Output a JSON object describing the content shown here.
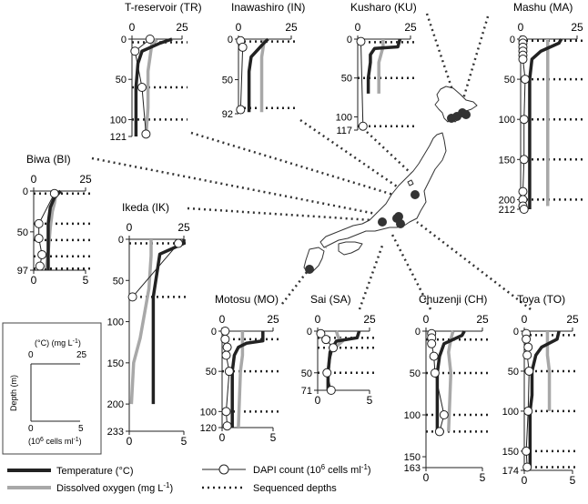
{
  "figure": {
    "legend": {
      "temperature": "Temperature (°C)",
      "oxygen_pre": "Dissolved oxygen (mg L",
      "oxygen_sup": "-1",
      "oxygen_post": ")",
      "dapi_pre": "DAPI count (10",
      "dapi_sup1": "6",
      "dapi_mid": " cells ml",
      "dapi_sup2": "-1",
      "dapi_post": ")",
      "depths": "Sequenced depths"
    },
    "key_box": {
      "top_label_pre": "(°C) (mg L",
      "top_label_sup": "-1",
      "top_label_post": ")",
      "top_ticks": [
        "0",
        "25"
      ],
      "ylabel": "Depth (m)",
      "bottom_ticks": [
        "0",
        "5"
      ],
      "bottom_label_pre": "(10",
      "bottom_label_sup1": "6",
      "bottom_label_mid": " cells ml",
      "bottom_label_sup2": "-1",
      "bottom_label_post": ")"
    },
    "colors": {
      "temperature": "#222222",
      "oxygen": "#a8a8a8",
      "dapi_fill": "#ffffff",
      "map": "#333333",
      "sites": "#333333"
    }
  },
  "chart_data": [
    {
      "type": "line",
      "title": "T-reservoir (TR)",
      "top_ticks": [
        "0",
        "25"
      ],
      "bottom_ticks": [],
      "depth_ticks": [
        "0",
        "50",
        "100",
        "121"
      ],
      "max_depth": 121,
      "temperature": [
        [
          20,
          0
        ],
        [
          14,
          5
        ],
        [
          5,
          15
        ],
        [
          3,
          30
        ],
        [
          2,
          60
        ],
        [
          2,
          121
        ]
      ],
      "oxygen": [
        [
          9,
          0
        ],
        [
          12,
          2
        ],
        [
          10,
          5
        ],
        [
          8,
          40
        ],
        [
          8,
          85
        ],
        [
          7,
          121
        ]
      ],
      "dapi": [
        [
          1.8,
          0
        ],
        [
          0.3,
          15
        ],
        [
          1,
          60
        ],
        [
          1.4,
          118
        ]
      ],
      "sequenced": [
        4,
        60,
        100
      ]
    },
    {
      "type": "line",
      "title": "Inawashiro (IN)",
      "top_ticks": [
        "0",
        "25"
      ],
      "bottom_ticks": [],
      "depth_ticks": [
        "0",
        "50",
        "92"
      ],
      "max_depth": 92,
      "temperature": [
        [
          14,
          0
        ],
        [
          12,
          5
        ],
        [
          6,
          22
        ],
        [
          5,
          40
        ],
        [
          5,
          90
        ]
      ],
      "oxygen": [
        [
          12,
          0
        ],
        [
          12,
          5
        ],
        [
          11,
          22
        ],
        [
          11,
          45
        ],
        [
          11,
          90
        ]
      ],
      "dapi": [
        [
          0.2,
          2
        ],
        [
          0.4,
          10
        ],
        [
          0.2,
          87
        ]
      ],
      "sequenced": [
        3,
        85
      ]
    },
    {
      "type": "line",
      "title": "Kusharo (KU)",
      "top_ticks": [
        "0",
        "25"
      ],
      "bottom_ticks": [],
      "depth_ticks": [
        "0",
        "50",
        "100",
        "117"
      ],
      "max_depth": 117,
      "temperature": [
        [
          20,
          0
        ],
        [
          19,
          10
        ],
        [
          8,
          12
        ],
        [
          6,
          20
        ],
        [
          6,
          30
        ],
        [
          5,
          50
        ],
        [
          5,
          70
        ]
      ],
      "oxygen": [
        [
          12,
          0
        ],
        [
          12,
          10
        ],
        [
          11,
          20
        ],
        [
          10,
          30
        ],
        [
          10,
          50
        ],
        [
          10,
          70
        ]
      ],
      "dapi": [
        [
          0.3,
          3
        ],
        [
          0.5,
          112
        ]
      ],
      "sequenced": [
        4,
        50,
        112
      ]
    },
    {
      "type": "line",
      "title": "Mashu (MA)",
      "top_ticks": [
        "0",
        "25"
      ],
      "bottom_ticks": [],
      "depth_ticks": [
        "0",
        "50",
        "100",
        "150",
        "200",
        "212"
      ],
      "max_depth": 212,
      "temperature": [
        [
          18,
          0
        ],
        [
          17,
          5
        ],
        [
          9,
          15
        ],
        [
          5,
          25
        ],
        [
          4,
          50
        ],
        [
          4,
          212
        ]
      ],
      "oxygen": [
        [
          12,
          0
        ],
        [
          12,
          10
        ],
        [
          12,
          30
        ],
        [
          12,
          50
        ],
        [
          12,
          208
        ]
      ],
      "dapi": [
        [
          0.2,
          1
        ],
        [
          0.2,
          5
        ],
        [
          0.2,
          10
        ],
        [
          0.2,
          15
        ],
        [
          0.2,
          20
        ],
        [
          0.2,
          25
        ],
        [
          0.4,
          50
        ],
        [
          0.3,
          100
        ],
        [
          0.3,
          150
        ],
        [
          0.2,
          190
        ],
        [
          0.2,
          200
        ],
        [
          0.2,
          208
        ],
        [
          0.3,
          212
        ]
      ],
      "sequenced": [
        2,
        50,
        100,
        150,
        200
      ]
    },
    {
      "type": "line",
      "title": "Biwa (BI)",
      "top_ticks": [
        "0",
        "25"
      ],
      "bottom_ticks": [
        "0",
        "5"
      ],
      "depth_ticks": [
        "0",
        "50",
        "97"
      ],
      "max_depth": 97,
      "temperature": [
        [
          13,
          0
        ],
        [
          10,
          8
        ],
        [
          8,
          20
        ],
        [
          7,
          40
        ],
        [
          7,
          97
        ]
      ],
      "oxygen": [
        [
          11,
          0
        ],
        [
          10,
          15
        ],
        [
          9,
          25
        ],
        [
          8,
          45
        ],
        [
          7,
          75
        ],
        [
          6,
          95
        ]
      ],
      "dapi": [
        [
          2,
          3
        ],
        [
          0.5,
          40
        ],
        [
          0.5,
          58
        ],
        [
          0.8,
          78
        ],
        [
          0.6,
          92
        ]
      ],
      "sequenced": [
        3,
        40,
        60,
        80,
        95
      ]
    },
    {
      "type": "line",
      "title": "Ikeda (IK)",
      "top_ticks": [
        "0",
        "25"
      ],
      "bottom_ticks": [
        "0",
        "5"
      ],
      "depth_ticks": [
        "0",
        "50",
        "100",
        "150",
        "200",
        "233"
      ],
      "max_depth": 233,
      "temperature": [
        [
          25,
          0
        ],
        [
          25,
          5
        ],
        [
          14,
          18
        ],
        [
          11,
          70
        ],
        [
          11,
          200
        ]
      ],
      "oxygen": [
        [
          10,
          0
        ],
        [
          10,
          20
        ],
        [
          9,
          60
        ],
        [
          5,
          120
        ],
        [
          2,
          150
        ],
        [
          1,
          200
        ]
      ],
      "dapi": [
        [
          4.5,
          5
        ],
        [
          0.3,
          70
        ]
      ],
      "sequenced": [
        5,
        70
      ]
    },
    {
      "type": "line",
      "title": "Motosu (MO)",
      "top_ticks": [
        "0",
        "25"
      ],
      "bottom_ticks": [
        "0",
        "5"
      ],
      "depth_ticks": [
        "0",
        "50",
        "100",
        "120"
      ],
      "max_depth": 120,
      "temperature": [
        [
          20,
          0
        ],
        [
          20,
          12
        ],
        [
          12,
          15
        ],
        [
          8,
          20
        ],
        [
          6,
          30
        ],
        [
          5,
          50
        ],
        [
          5,
          120
        ]
      ],
      "oxygen": [
        [
          10,
          0
        ],
        [
          10,
          15
        ],
        [
          10,
          30
        ],
        [
          9,
          50
        ],
        [
          8,
          120
        ]
      ],
      "dapi": [
        [
          0.3,
          0
        ],
        [
          0.3,
          10
        ],
        [
          0.5,
          20
        ],
        [
          0.4,
          30
        ],
        [
          0.7,
          50
        ],
        [
          0.4,
          100
        ],
        [
          0.5,
          118
        ]
      ],
      "sequenced": [
        10,
        50,
        100
      ]
    },
    {
      "type": "line",
      "title": "Sai (SA)",
      "top_ticks": [
        "0",
        "25"
      ],
      "bottom_ticks": [
        "0",
        "5"
      ],
      "depth_ticks": [
        "0",
        "50",
        "71"
      ],
      "max_depth": 71,
      "temperature": [
        [
          20,
          0
        ],
        [
          19,
          8
        ],
        [
          9,
          12
        ],
        [
          6,
          25
        ],
        [
          5,
          50
        ],
        [
          5,
          71
        ]
      ],
      "oxygen": [
        [
          9,
          0
        ],
        [
          10,
          8
        ],
        [
          12,
          12
        ],
        [
          6,
          25
        ],
        [
          5,
          50
        ],
        [
          5,
          71
        ]
      ],
      "dapi": [
        [
          0.3,
          3
        ],
        [
          0.8,
          10
        ],
        [
          1.5,
          20
        ],
        [
          0.9,
          50
        ],
        [
          1.3,
          71
        ]
      ],
      "sequenced": [
        8,
        20,
        50
      ]
    },
    {
      "type": "line",
      "title": "Chuzenji (CH)",
      "top_ticks": [
        "0",
        "25"
      ],
      "bottom_ticks": [
        "0",
        "5"
      ],
      "depth_ticks": [
        "0",
        "50",
        "100",
        "150",
        "163"
      ],
      "max_depth": 163,
      "temperature": [
        [
          17,
          0
        ],
        [
          16,
          5
        ],
        [
          8,
          15
        ],
        [
          6,
          30
        ],
        [
          5,
          50
        ],
        [
          5,
          120
        ]
      ],
      "oxygen": [
        [
          12,
          0
        ],
        [
          11,
          10
        ],
        [
          10,
          25
        ],
        [
          11,
          50
        ],
        [
          10,
          120
        ]
      ],
      "dapi": [
        [
          0.5,
          3
        ],
        [
          0.5,
          8
        ],
        [
          0.5,
          15
        ],
        [
          0.7,
          30
        ],
        [
          0.8,
          50
        ],
        [
          1.6,
          100
        ],
        [
          1.2,
          120
        ]
      ],
      "sequenced": [
        10,
        50,
        100,
        120
      ]
    },
    {
      "type": "line",
      "title": "Toya (TO)",
      "top_ticks": [
        "0",
        "25"
      ],
      "bottom_ticks": [
        "0",
        "5"
      ],
      "depth_ticks": [
        "0",
        "50",
        "100",
        "150",
        "174"
      ],
      "max_depth": 174,
      "temperature": [
        [
          18,
          0
        ],
        [
          17,
          10
        ],
        [
          9,
          20
        ],
        [
          6,
          30
        ],
        [
          4,
          50
        ],
        [
          4,
          80
        ],
        [
          3,
          100
        ],
        [
          3,
          170
        ]
      ],
      "oxygen": [
        [
          12,
          0
        ],
        [
          12,
          10
        ],
        [
          12,
          30
        ],
        [
          13,
          50
        ],
        [
          13,
          100
        ]
      ],
      "dapi": [
        [
          0.2,
          3
        ],
        [
          0.2,
          10
        ],
        [
          0.4,
          20
        ],
        [
          0.3,
          30
        ],
        [
          0.5,
          50
        ],
        [
          0.4,
          100
        ],
        [
          0.2,
          150
        ],
        [
          0.3,
          170
        ]
      ],
      "sequenced": [
        5,
        50,
        100,
        150,
        170
      ]
    }
  ]
}
